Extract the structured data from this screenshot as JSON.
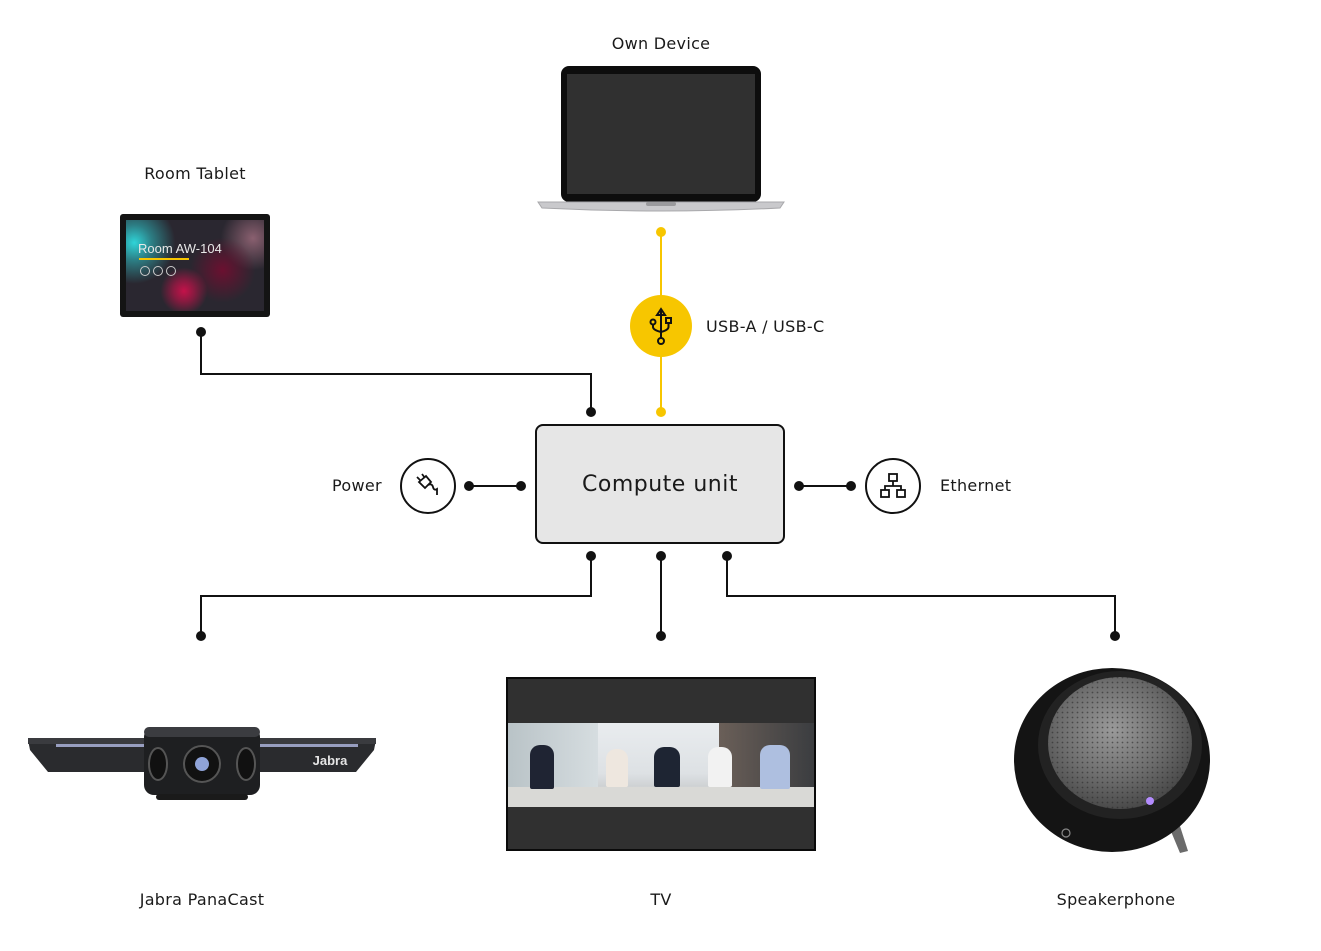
{
  "colors": {
    "usb_accent": "#f7c600",
    "line": "#111111",
    "compute_fill": "#e6e6e6",
    "screen": "#303030"
  },
  "nodes": {
    "own_device": {
      "label": "Own Device",
      "icon": "laptop-icon"
    },
    "room_tablet": {
      "label": "Room Tablet",
      "screen_text": "Room AW-104",
      "icon": "tablet-icon"
    },
    "usb": {
      "label": "USB-A / USB-C",
      "icon": "usb-icon"
    },
    "compute_unit": {
      "label": "Compute unit"
    },
    "power": {
      "label": "Power",
      "icon": "power-plug-icon"
    },
    "ethernet": {
      "label": "Ethernet",
      "icon": "network-icon"
    },
    "panacast": {
      "label": "Jabra PanaCast",
      "brand": "Jabra",
      "icon": "camera-icon"
    },
    "tv": {
      "label": "TV",
      "icon": "tv-icon"
    },
    "speakerphone": {
      "label": "Speakerphone",
      "icon": "speakerphone-icon"
    }
  }
}
